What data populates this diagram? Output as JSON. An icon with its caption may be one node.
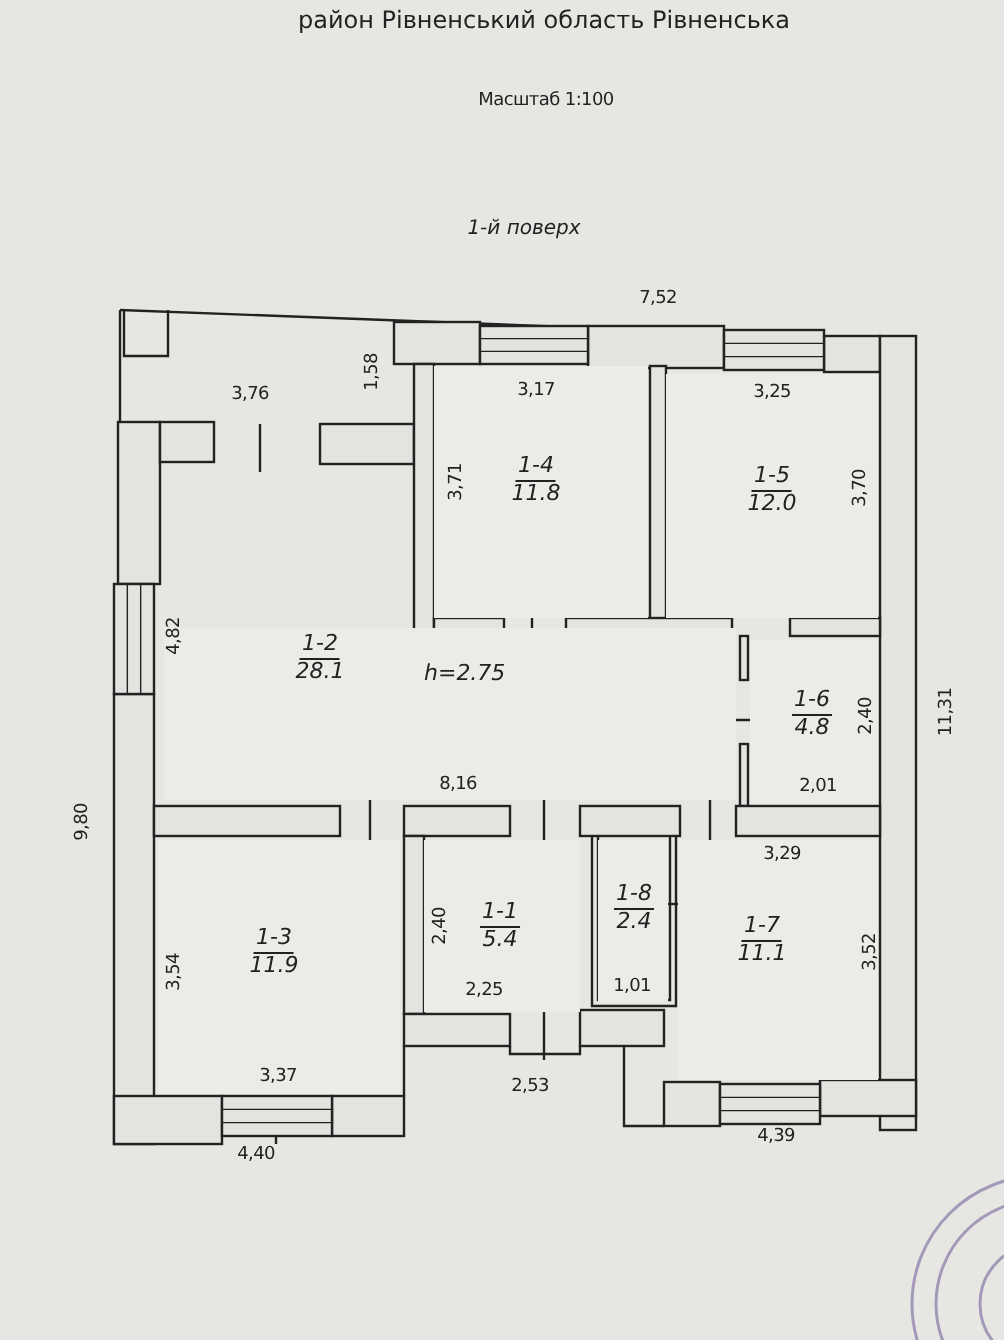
{
  "diagram": {
    "title": "1-й поверх",
    "nodes": [
      {
        "text": [
          "1-4",
          "11.8"
        ]
      },
      {
        "text": [
          "1-5",
          "12.0"
        ]
      },
      {
        "text": [
          "1-2",
          "28.1",
          "h=2.75"
        ]
      },
      {
        "text": [
          "1-6",
          "4.8"
        ]
      },
      {
        "text": [
          "1-3",
          "11.9"
        ]
      },
      {
        "text": [
          "1-1",
          "5.4"
        ]
      },
      {
        "text": [
          "1-8",
          "2.4"
        ]
      },
      {
        "text": [
          "1-7",
          "11.1"
        ]
      }
    ],
    "labels": [
      "район Рівненський область Рівненська",
      "Масштаб 1:100",
      "7,52",
      "1,58",
      "3,76",
      "3,17",
      "3,25",
      "3,71",
      "3,70",
      "4,82",
      "2,40",
      "11,31",
      "9,80",
      "8,16",
      "2,01",
      "3,29",
      "2,40",
      "1,01",
      "3,54",
      "3,52",
      "2,25",
      "3,37",
      "2,53",
      "4,39",
      "4,40"
    ]
  }
}
